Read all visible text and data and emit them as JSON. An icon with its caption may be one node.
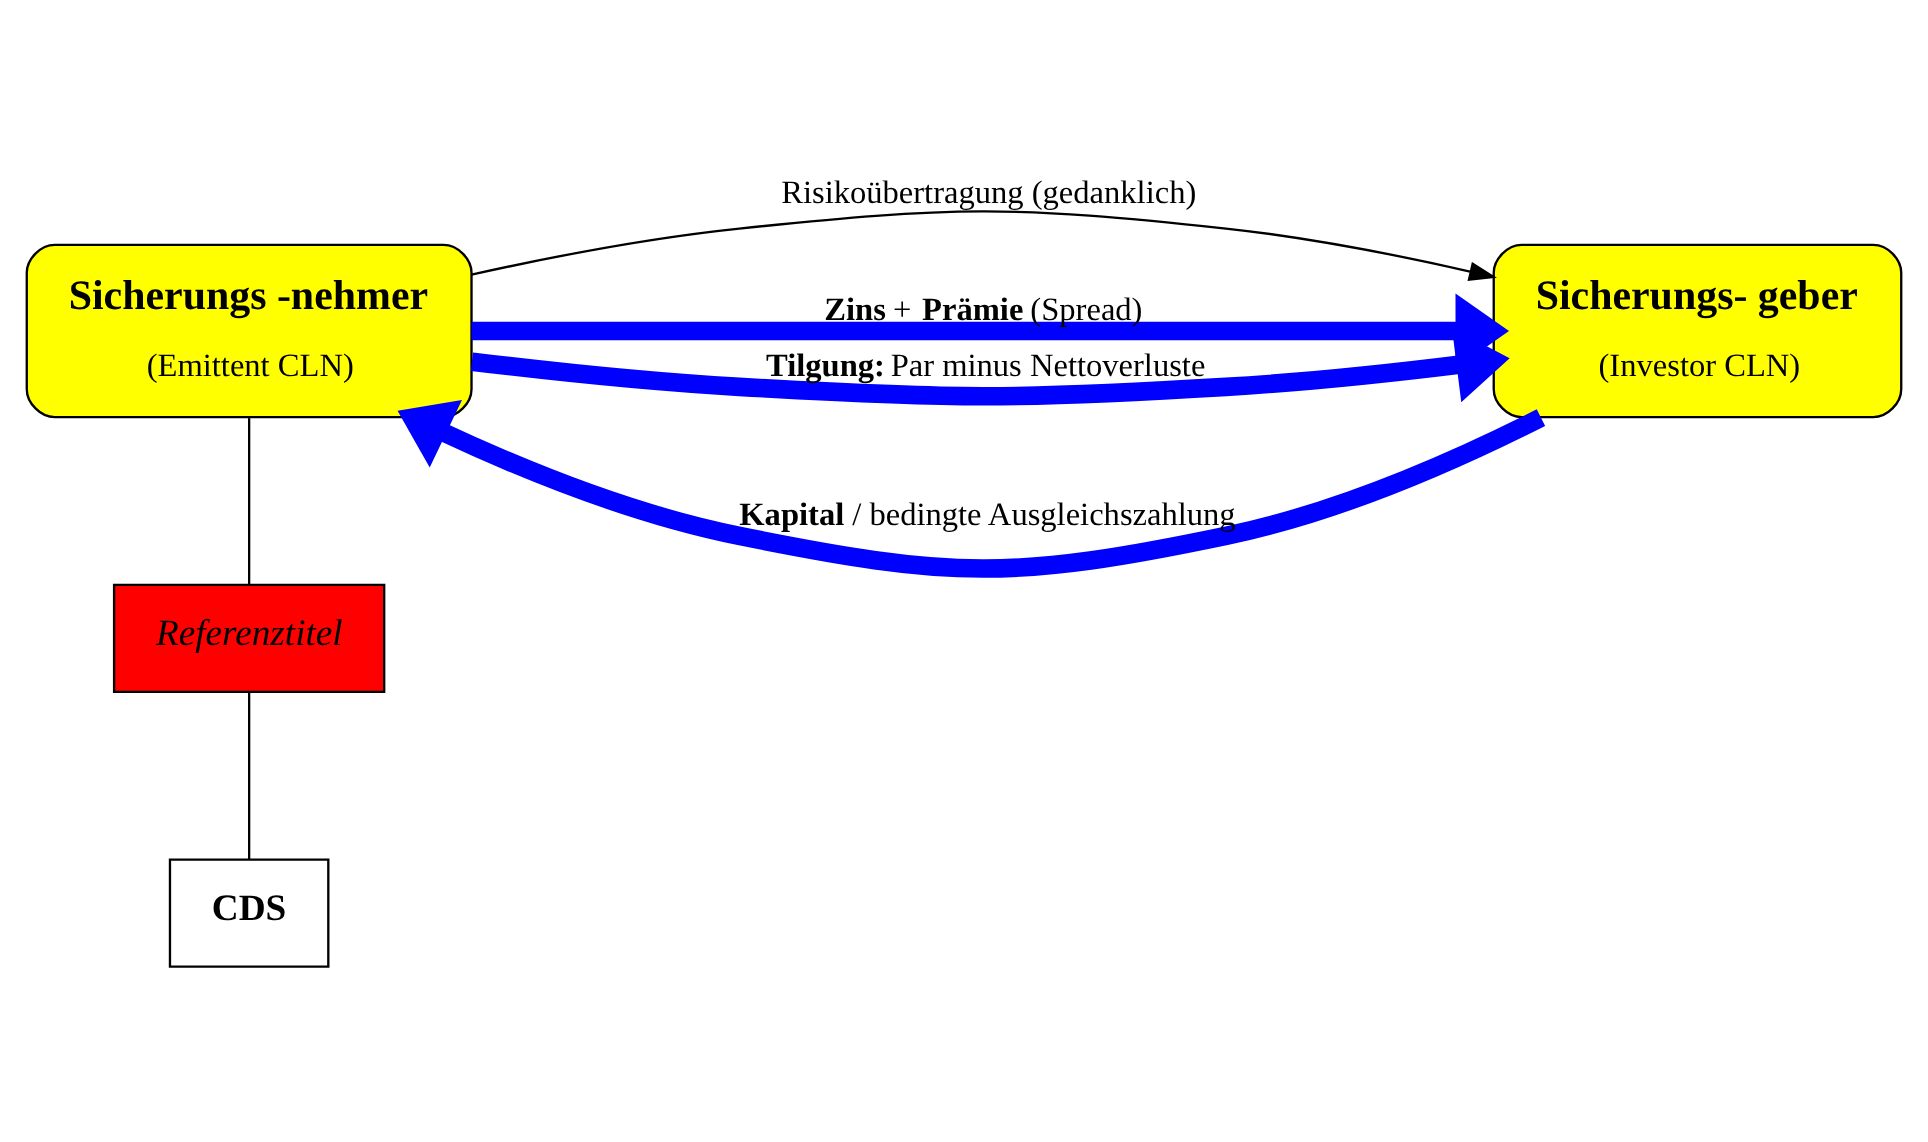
{
  "diagram": {
    "nodes": [
      {
        "text": [
          "Sicherungs -nehmer",
          "(Emittent CLN)"
        ]
      },
      {
        "text": [
          "Sicherungs- geber",
          "(Investor CLN)"
        ]
      },
      {
        "text": [
          "Referenztitel"
        ]
      },
      {
        "text": [
          "CDS"
        ]
      }
    ],
    "edges": [
      {
        "from": 0,
        "to": 1,
        "arrow": "to",
        "label": "Risikoübertragung (gedanklich)"
      },
      {
        "from": 0,
        "to": 1,
        "arrow": "to",
        "label": "**Zins** + **Prämie** (Spread)",
        "style": "thick",
        "color": "#0000ff"
      },
      {
        "from": 1,
        "to": 0,
        "arrow": "to",
        "label": "**Kapital** / bedingte Ausgleichszahlung",
        "style": "thick",
        "color": "#0000ff"
      },
      {
        "from": 0,
        "to": 1,
        "arrow": "to",
        "label": "**Tilgung:** Par minus Nettoverluste",
        "style": "thick",
        "color": "#0000ff"
      },
      {
        "from": 0,
        "to": 2,
        "arrow": "none"
      },
      {
        "from": 2,
        "to": 3,
        "arrow": "none"
      }
    ]
  }
}
